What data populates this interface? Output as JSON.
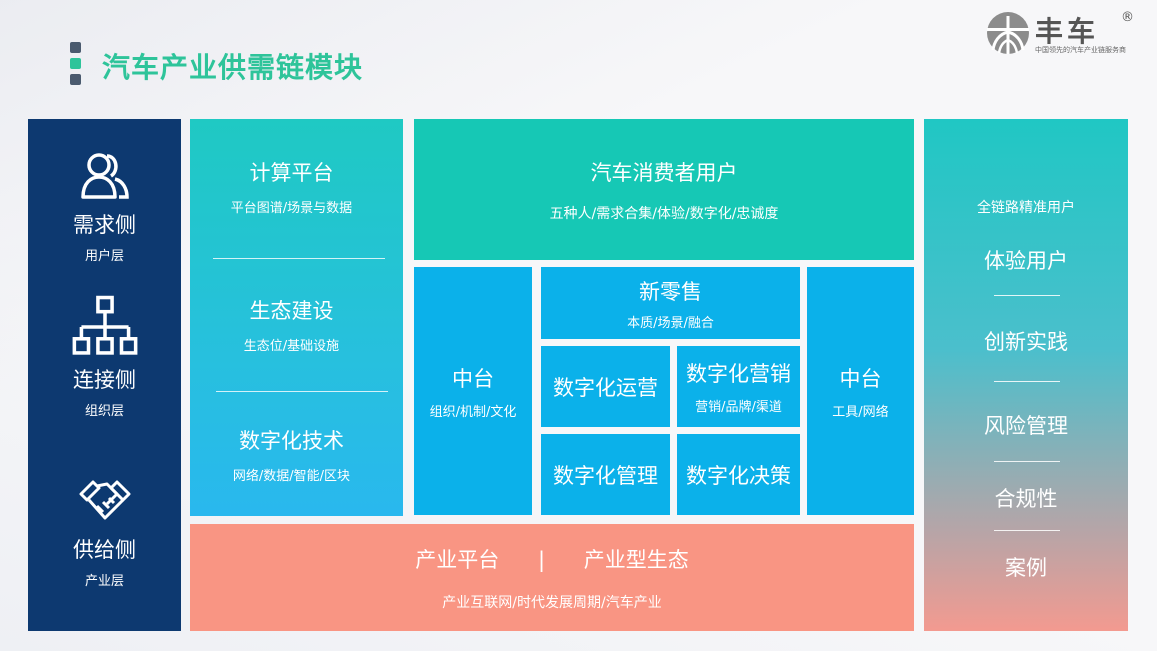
{
  "header": {
    "title": "汽车产业供需链模块",
    "dot_colors": [
      "#4a5a6e",
      "#2ec49a",
      "#4a5a6e"
    ]
  },
  "logo": {
    "text": "丰车",
    "reg": "®",
    "tagline": "中国领先的汽车产业链服务商"
  },
  "left": {
    "demand": {
      "icon": "users-icon",
      "title": "需求侧",
      "sub": "用户层"
    },
    "connect": {
      "icon": "org-chart-icon",
      "title": "连接侧",
      "sub": "组织层"
    },
    "supply": {
      "icon": "handshake-icon",
      "title": "供给侧",
      "sub": "产业层"
    }
  },
  "platform": {
    "compute": {
      "title": "计算平台",
      "sub": "平台图谱/场景与数据"
    },
    "ecology": {
      "title": "生态建设",
      "sub": "生态位/基础设施"
    },
    "tech": {
      "title": "数字化技术",
      "sub": "网络/数据/智能/区块"
    }
  },
  "consumer": {
    "title": "汽车消费者用户",
    "sub": "五种人/需求合集/体验/数字化/忠诚度"
  },
  "middle_left": {
    "title": "中台",
    "sub": "组织/机制/文化"
  },
  "middle_right": {
    "title": "中台",
    "sub": "工具/网络"
  },
  "retail": {
    "title": "新零售",
    "sub": "本质/场景/融合"
  },
  "ops": {
    "title": "数字化运营"
  },
  "marketing": {
    "title": "数字化营销",
    "sub": "营销/品牌/渠道"
  },
  "management": {
    "title": "数字化管理"
  },
  "decision": {
    "title": "数字化决策"
  },
  "industry": {
    "left": "产业平台",
    "sep": "|",
    "right": "产业型生态",
    "sub": "产业互联网/时代发展周期/汽车产业"
  },
  "right": {
    "head": "全链路精准用户",
    "items": [
      "体验用户",
      "创新实践",
      "风险管理",
      "合规性",
      "案例"
    ]
  },
  "colors": {
    "navy": "#0d3970",
    "teal": "#16c8b5",
    "blue": "#0bb1ea",
    "coral": "#f99583",
    "title_green": "#2ec49a"
  }
}
